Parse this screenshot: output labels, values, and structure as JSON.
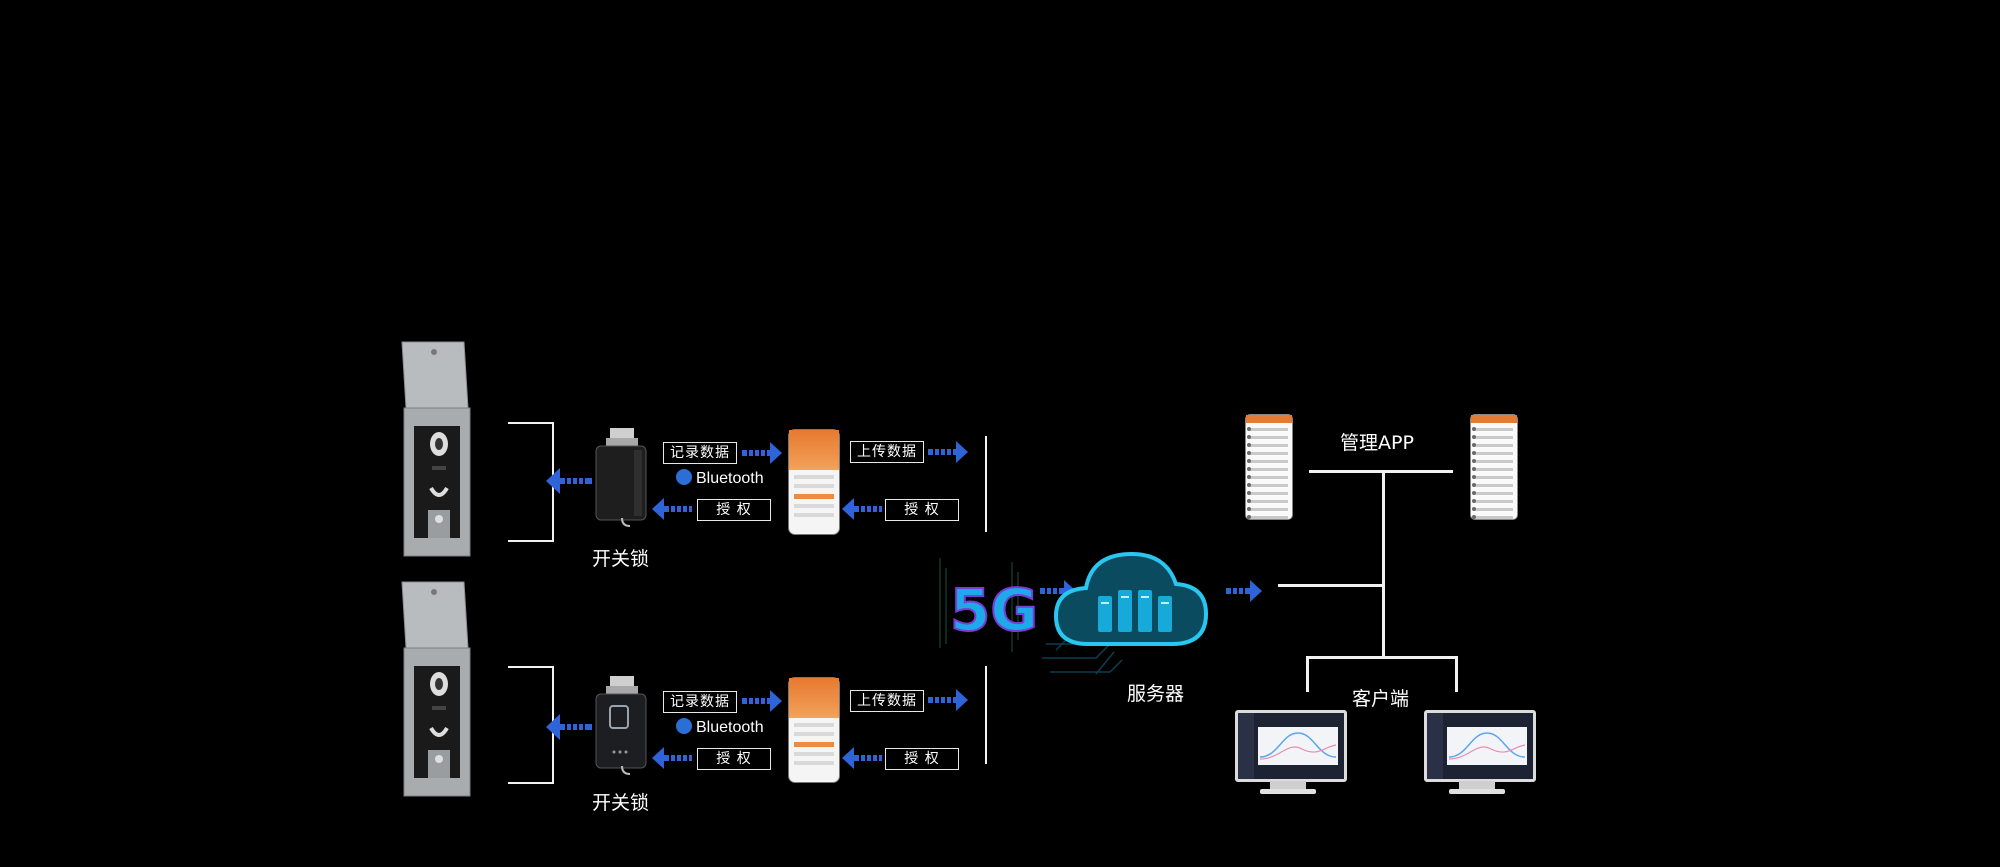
{
  "labels": {
    "lock_top": "开关锁",
    "lock_bottom": "开关锁",
    "record_top": "记录数据",
    "record_bottom": "记录数据",
    "bluetooth_top": "Bluetooth",
    "bluetooth_bottom": "Bluetooth",
    "auth_top_left": "授 权",
    "auth_bottom_left": "授 权",
    "upload_top": "上传数据",
    "upload_bottom": "上传数据",
    "auth_top_right": "授 权",
    "auth_bottom_right": "授 权",
    "network": "5G",
    "server": "服务器",
    "admin_app": "管理APP",
    "client": "客户端"
  },
  "colors": {
    "background": "#000000",
    "lines": "#f2f2f2",
    "arrow_blue": "#2f63d8",
    "cloud_cyan": "#19b9e6",
    "app_orange": "#e7792f",
    "bluetooth_blue": "#2b6fd6"
  },
  "icons": [
    "cabinet-icon",
    "key-device-icon",
    "phone-icon",
    "bluetooth-icon",
    "5g-icon",
    "cloud-server-icon",
    "monitor-icon"
  ]
}
